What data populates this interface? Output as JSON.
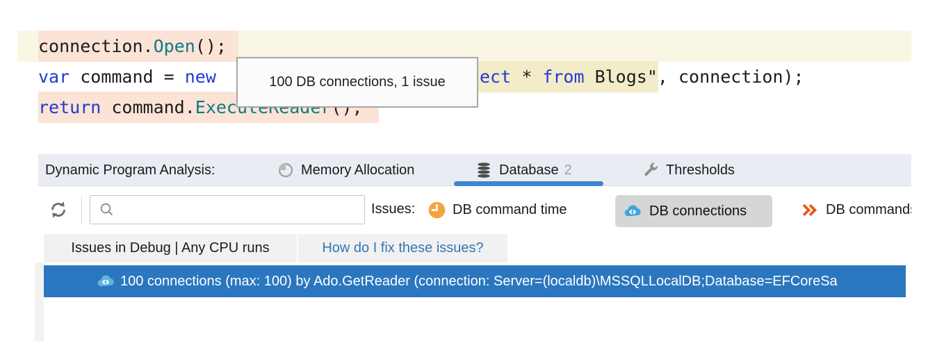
{
  "code": {
    "line1": {
      "tokens": [
        {
          "t": "connection."
        },
        {
          "t": "Open"
        },
        {
          "t": "();"
        }
      ]
    },
    "line2_left": {
      "tokens": [
        {
          "t": "var"
        },
        {
          "t": " command = "
        },
        {
          "t": "new"
        },
        {
          "t": " "
        }
      ]
    },
    "line2_string": {
      "tokens": [
        {
          "t": "ect"
        },
        {
          "t": " * "
        },
        {
          "t": "from"
        },
        {
          "t": " Blogs\""
        }
      ]
    },
    "line2_after": {
      "tokens": [
        {
          "t": ", connection);"
        }
      ]
    },
    "line3": {
      "tokens": [
        {
          "t": "return"
        },
        {
          "t": " command."
        },
        {
          "t": "ExecuteReader"
        },
        {
          "t": "();"
        }
      ]
    }
  },
  "tooltip": {
    "text": "100 DB connections, 1 issue"
  },
  "panel": {
    "header": {
      "label": "Dynamic Program Analysis:",
      "tabs": [
        {
          "label": "Memory Allocation",
          "icon": "pie-chart-icon",
          "selected": false
        },
        {
          "label": "Database",
          "count": "2",
          "icon": "database-icon",
          "selected": true
        },
        {
          "label": "Thresholds",
          "icon": "wrench-icon",
          "selected": false
        }
      ]
    },
    "toolbar": {
      "search": {
        "value": "",
        "placeholder": ""
      },
      "issues_label": "Issues:",
      "filters": [
        {
          "label": "DB command time",
          "icon": "clock-icon",
          "selected": false
        },
        {
          "label": "DB connections",
          "icon": "db-cloud-icon",
          "selected": true
        },
        {
          "label": "DB commands",
          "icon": "double-chevron-icon",
          "selected": false
        }
      ]
    },
    "subtabs": [
      {
        "label": "Issues in Debug | Any CPU runs"
      },
      {
        "label": "How do I fix these issues?"
      }
    ],
    "result_row": {
      "icon": "db-cloud-icon",
      "text": "100 connections (max: 100) by Ado.GetReader (connection: Server=(localdb)\\MSSQLLocalDB;Database=EFCoreSa"
    }
  },
  "colors": {
    "keyword_blue": "#2239d2",
    "method_teal": "#0b7a87",
    "highlight_pink": "#fbe3d5",
    "highlight_yellow": "#faf6e4",
    "highlight_string": "#f3ecc9",
    "tab_underline_blue": "#3e83d0",
    "header_bg": "#e9ecf3",
    "selected_row_blue": "#2a77bf",
    "link_blue": "#3377b5",
    "clock_orange": "#f2a43d",
    "chevron_orange": "#e8571e",
    "cloud_blue": "#3ea6db",
    "row_cloud_blue": "#5fb2e2",
    "chip_gray": "#d6d6d6"
  }
}
